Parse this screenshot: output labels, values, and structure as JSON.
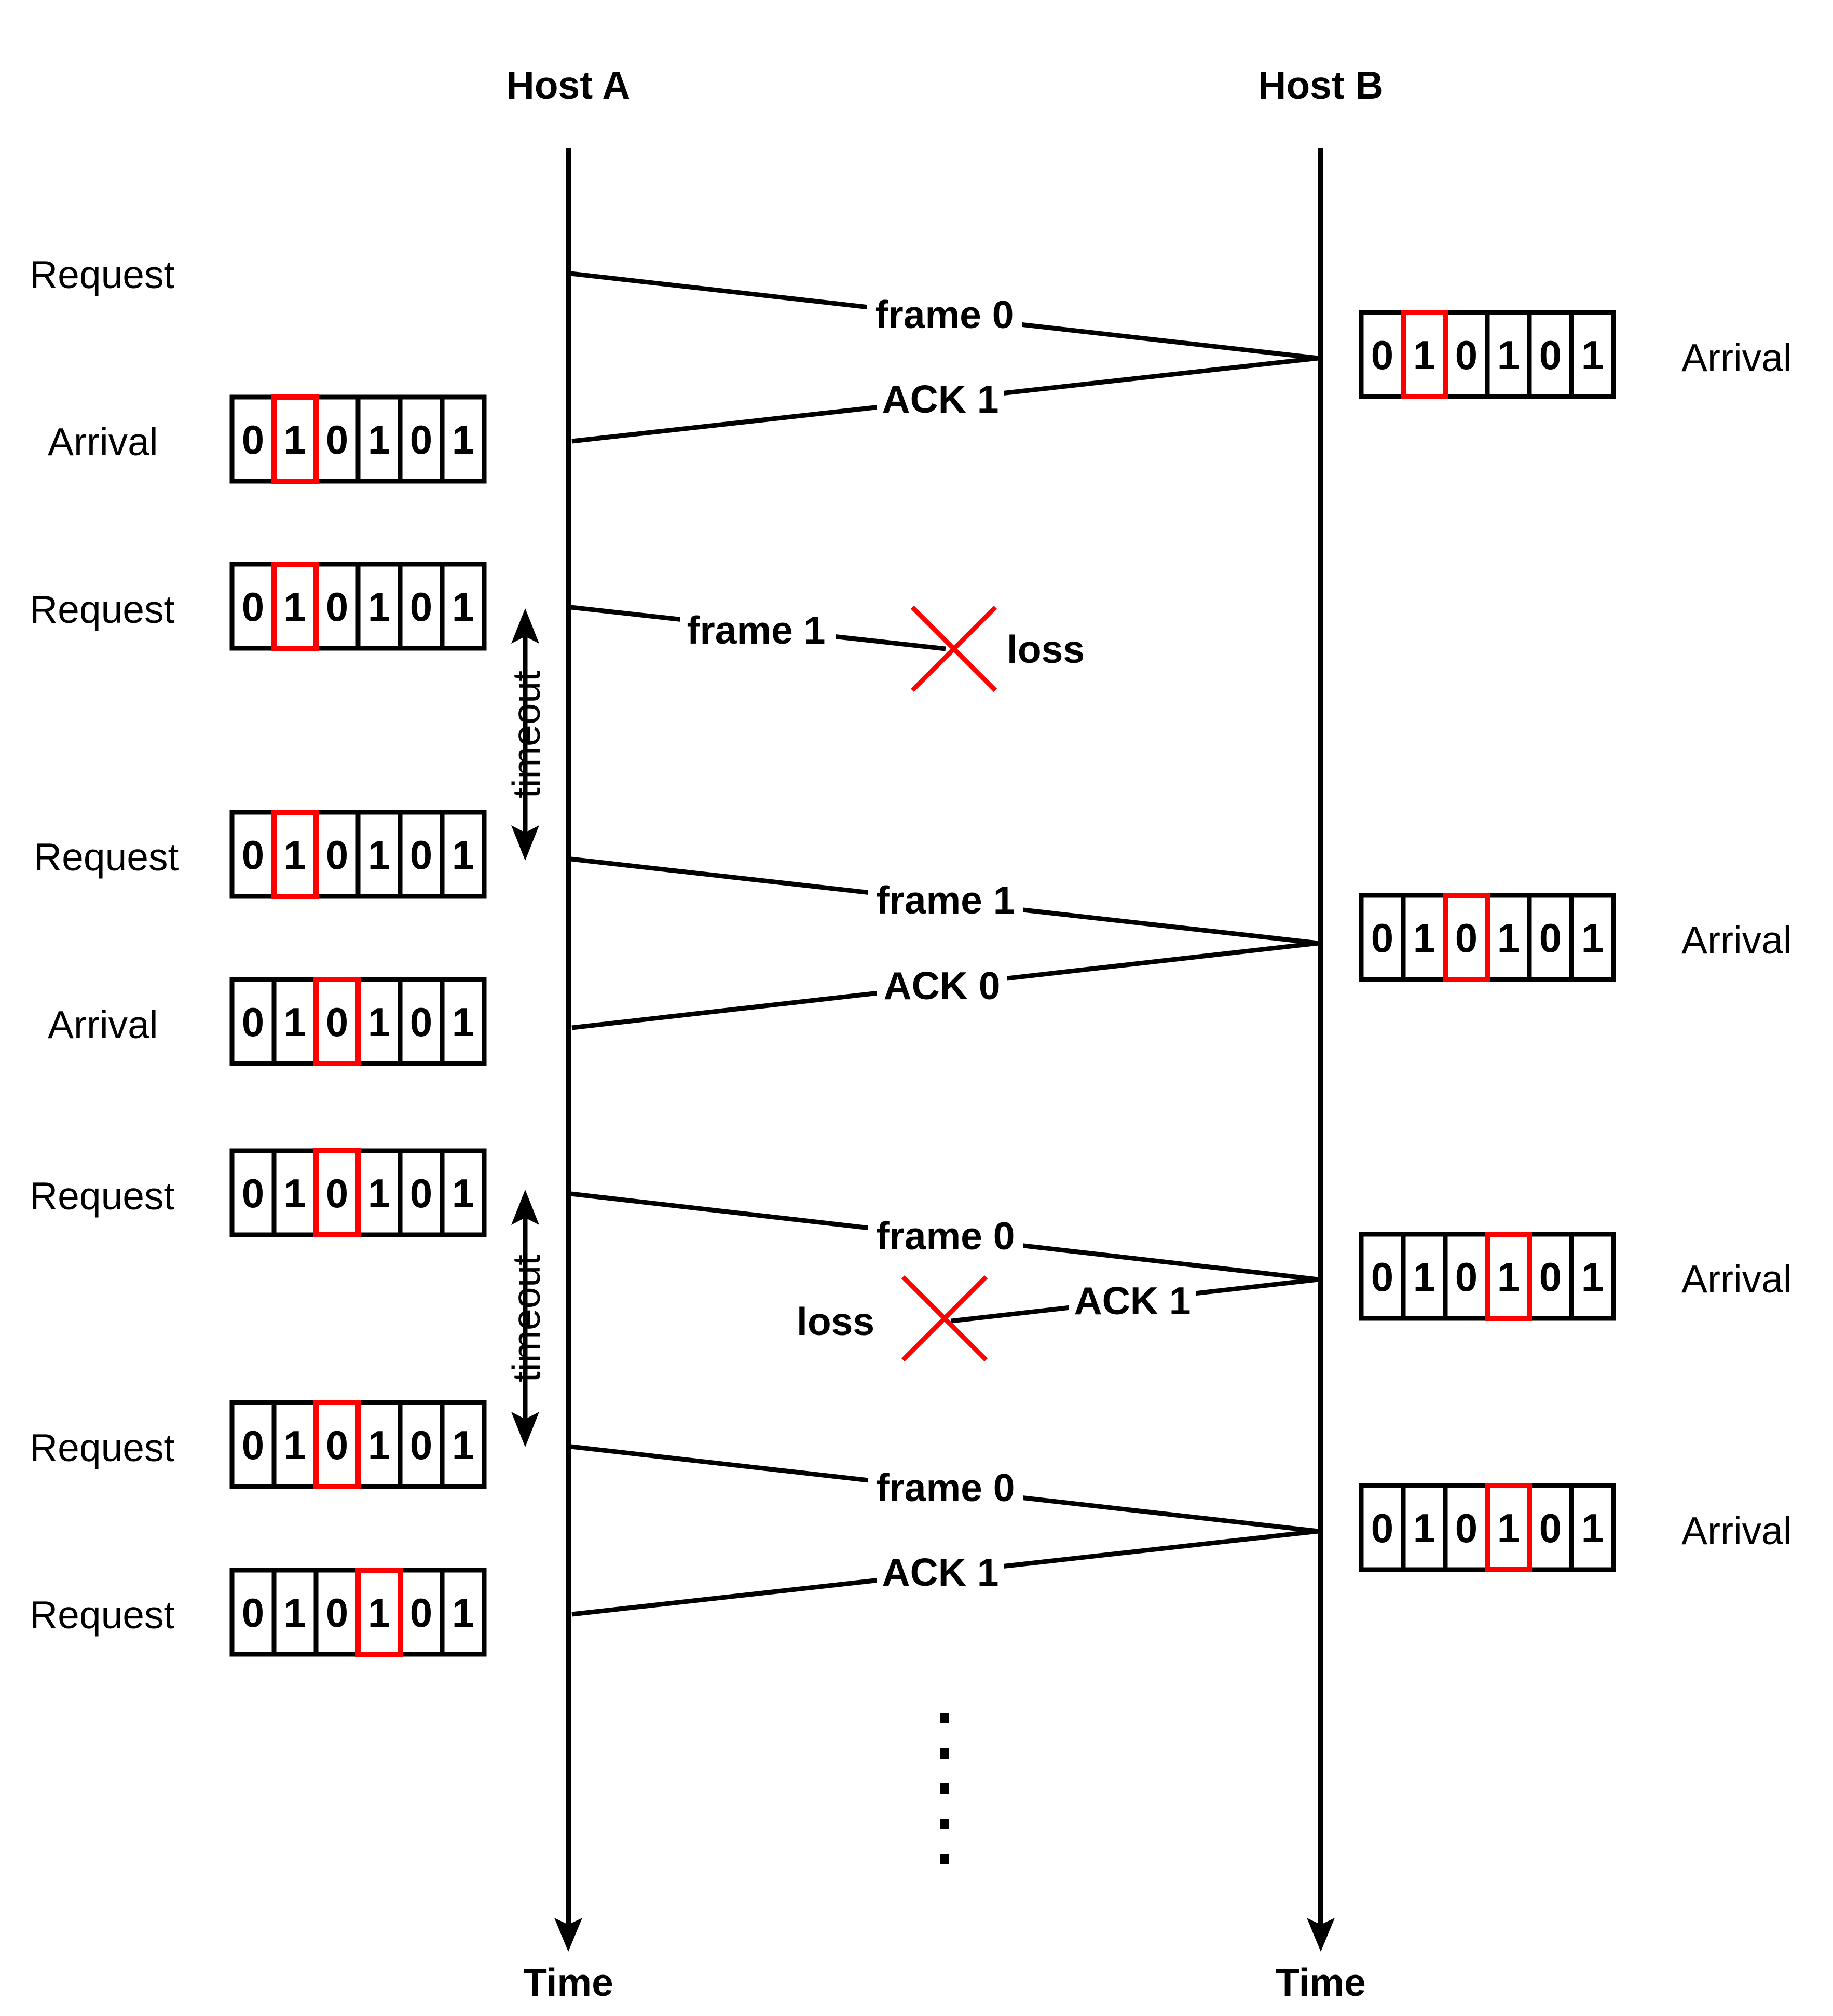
{
  "hosts": {
    "a": {
      "title": "Host A",
      "axis_label": "Time"
    },
    "b": {
      "title": "Host B",
      "axis_label": "Time"
    }
  },
  "colors": {
    "line": "#000000",
    "highlight": "#ff0000",
    "loss": "#ff0000"
  },
  "host_a_events": [
    {
      "label": "Request",
      "bits": []
    },
    {
      "label": "Arrival",
      "bits": [
        "0",
        "1",
        "0",
        "1",
        "0",
        "1"
      ],
      "highlight": 1
    },
    {
      "label": "Request",
      "bits": [
        "0",
        "1",
        "0",
        "1",
        "0",
        "1"
      ],
      "highlight": 1
    },
    {
      "label": "Request",
      "bits": [
        "0",
        "1",
        "0",
        "1",
        "0",
        "1"
      ],
      "highlight": 1
    },
    {
      "label": "Arrival",
      "bits": [
        "0",
        "1",
        "0",
        "1",
        "0",
        "1"
      ],
      "highlight": 2
    },
    {
      "label": "Request",
      "bits": [
        "0",
        "1",
        "0",
        "1",
        "0",
        "1"
      ],
      "highlight": 2
    },
    {
      "label": "Request",
      "bits": [
        "0",
        "1",
        "0",
        "1",
        "0",
        "1"
      ],
      "highlight": 2
    },
    {
      "label": "Request",
      "bits": [
        "0",
        "1",
        "0",
        "1",
        "0",
        "1"
      ],
      "highlight": 3
    }
  ],
  "host_b_events": [
    {
      "label": "Arrival",
      "bits": [
        "0",
        "1",
        "0",
        "1",
        "0",
        "1"
      ],
      "highlight": 1
    },
    {
      "label": "Arrival",
      "bits": [
        "0",
        "1",
        "0",
        "1",
        "0",
        "1"
      ],
      "highlight": 2
    },
    {
      "label": "Arrival",
      "bits": [
        "0",
        "1",
        "0",
        "1",
        "0",
        "1"
      ],
      "highlight": 3
    },
    {
      "label": "Arrival",
      "bits": [
        "0",
        "1",
        "0",
        "1",
        "0",
        "1"
      ],
      "highlight": 3
    }
  ],
  "messages": [
    {
      "label": "frame 0",
      "direction": "a-to-b",
      "lost": false
    },
    {
      "label": "ACK 1",
      "direction": "b-to-a",
      "lost": false
    },
    {
      "label": "frame 1",
      "direction": "a-to-b",
      "lost": true
    },
    {
      "label": "frame 1",
      "direction": "a-to-b",
      "lost": false
    },
    {
      "label": "ACK 0",
      "direction": "b-to-a",
      "lost": false
    },
    {
      "label": "frame 0",
      "direction": "a-to-b",
      "lost": false
    },
    {
      "label": "ACK 1",
      "direction": "b-to-a",
      "lost": true
    },
    {
      "label": "frame 0",
      "direction": "a-to-b",
      "lost": false
    },
    {
      "label": "ACK 1",
      "direction": "b-to-a",
      "lost": false
    }
  ],
  "loss_label": "loss",
  "timeout_label": "timeout",
  "icons": {
    "loss_marker": "red-x-icon",
    "continuation": "vertical-ellipsis-icon"
  }
}
